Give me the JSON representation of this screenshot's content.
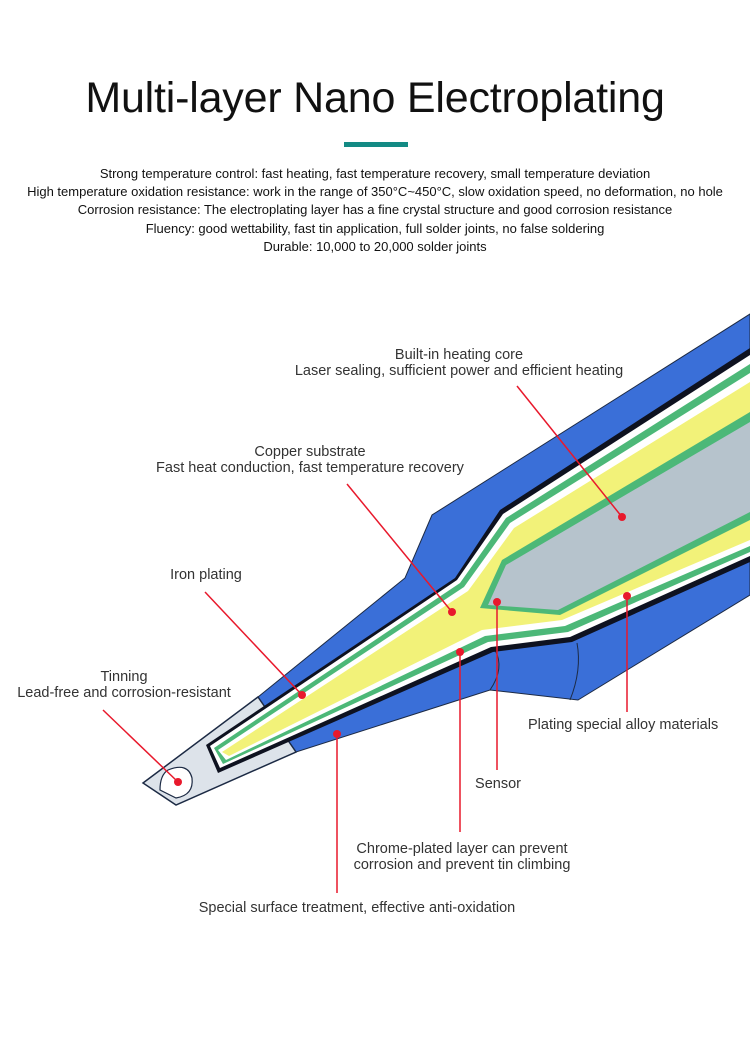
{
  "title": "Multi-layer Nano Electroplating",
  "features": [
    "Strong temperature control: fast heating, fast temperature recovery, small temperature deviation",
    "High temperature oxidation resistance: work in the range of 350°C~450°C, slow oxidation speed, no deformation, no hole",
    "Corrosion resistance: The electroplating layer has a fine crystal structure and good corrosion resistance",
    "Fluency: good wettability, fast tin application, full solder joints, no false soldering",
    "Durable: 10,000 to 20,000 solder joints"
  ],
  "callouts": {
    "heating_core": {
      "title": "Built-in heating core",
      "desc": "Laser sealing, sufficient power and efficient heating"
    },
    "copper": {
      "title": "Copper substrate",
      "desc": "Fast heat conduction, fast temperature recovery"
    },
    "iron": {
      "title": "Iron plating"
    },
    "tinning": {
      "title": "Tinning",
      "desc": "Lead-free and corrosion-resistant"
    },
    "alloy": {
      "title": "Plating special alloy materials"
    },
    "sensor": {
      "title": "Sensor"
    },
    "chrome": {
      "title": "Chrome-plated layer can prevent",
      "desc": "corrosion and prevent tin climbing"
    },
    "surface": {
      "title": "Special surface treatment, effective anti-oxidation"
    }
  },
  "colors": {
    "accent": "#138a84",
    "outer_shell": "#3a6fd8",
    "green_layer": "#4cb878",
    "yellow_copper": "#f2f279",
    "grey_core": "#b6c3cc",
    "tip_grey": "#dde3ea",
    "leader": "#e8192c"
  }
}
